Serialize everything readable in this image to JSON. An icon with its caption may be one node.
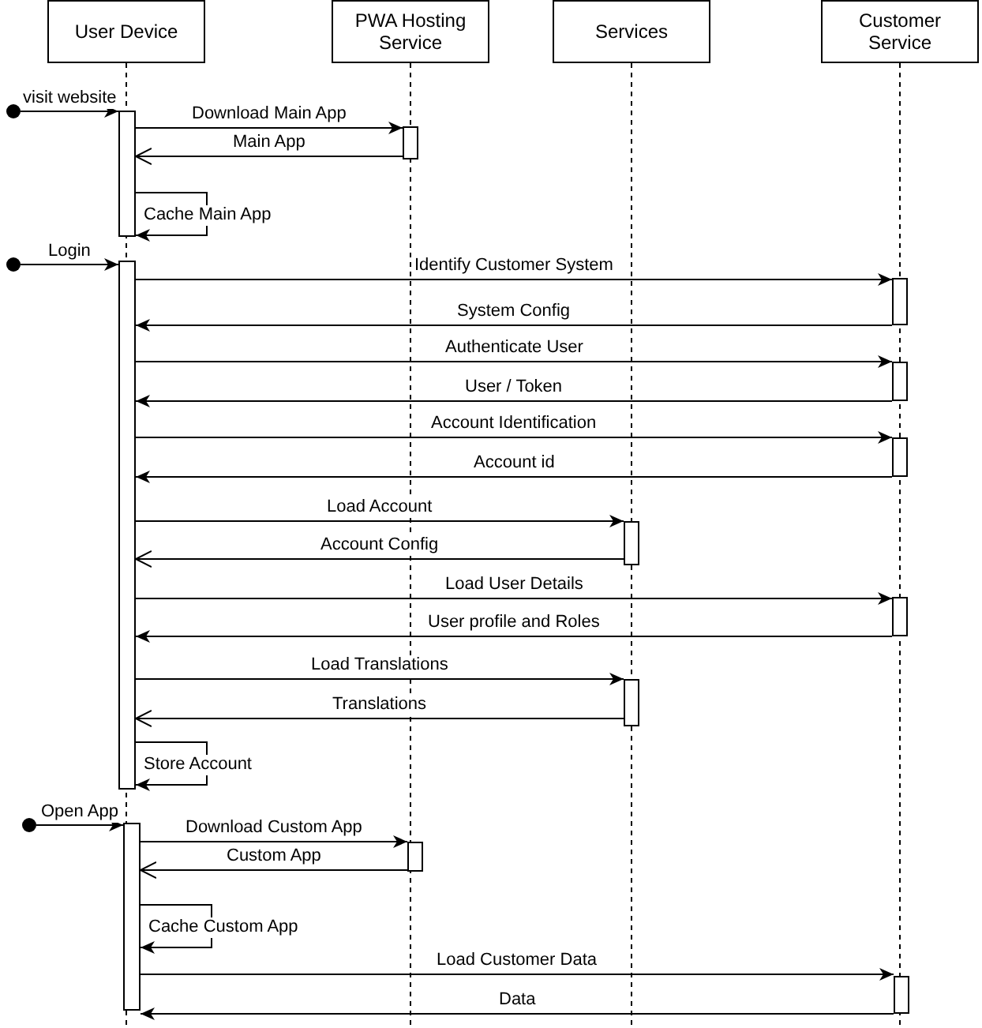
{
  "diagram": {
    "nodes": [
      {
        "text": [
          "User Device"
        ]
      },
      {
        "text": [
          "PWA Hosting Service"
        ]
      },
      {
        "text": [
          "Services"
        ]
      },
      {
        "text": [
          "Customer Service"
        ]
      },
      {
        "text": [],
        "shape": "bar"
      },
      {
        "text": [],
        "shape": "bar"
      },
      {
        "text": [],
        "shape": "bar"
      },
      {
        "text": [],
        "shape": "bar"
      },
      {
        "text": [],
        "shape": "bar"
      },
      {
        "text": [],
        "shape": "bar"
      },
      {
        "text": [],
        "shape": "bar"
      },
      {
        "text": [],
        "shape": "bar"
      },
      {
        "text": [],
        "shape": "bar"
      },
      {
        "text": [],
        "shape": "bar"
      },
      {
        "text": [],
        "shape": "bar"
      },
      {
        "text": [],
        "shape": "bar"
      },
      {
        "text": [],
        "shape": "circle"
      },
      {
        "text": [],
        "shape": "circle"
      },
      {
        "text": [],
        "shape": "circle"
      }
    ],
    "edges": [
      {
        "from": 16,
        "to": 4,
        "arrow": "to",
        "label": "visit website"
      },
      {
        "from": 4,
        "to": 5,
        "arrow": "to",
        "label": "Download Main App"
      },
      {
        "from": 5,
        "to": 4,
        "arrow": "to",
        "label": "Main App"
      },
      {
        "from": 4,
        "to": 4,
        "arrow": "to",
        "label": "Cache Main App"
      },
      {
        "from": 17,
        "to": 6,
        "arrow": "to",
        "label": "Login"
      },
      {
        "from": 6,
        "to": 7,
        "arrow": "to",
        "label": "Identify Customer System"
      },
      {
        "from": 7,
        "to": 6,
        "arrow": "to",
        "label": "System Config"
      },
      {
        "from": 6,
        "to": 8,
        "arrow": "to",
        "label": "Authenticate User"
      },
      {
        "from": 8,
        "to": 6,
        "arrow": "to",
        "label": "User / Token"
      },
      {
        "from": 6,
        "to": 9,
        "arrow": "to",
        "label": "Account Identification"
      },
      {
        "from": 9,
        "to": 6,
        "arrow": "to",
        "label": "Account id"
      },
      {
        "from": 6,
        "to": 10,
        "arrow": "to",
        "label": "Load Account"
      },
      {
        "from": 10,
        "to": 6,
        "arrow": "to",
        "label": "Account Config"
      },
      {
        "from": 6,
        "to": 11,
        "arrow": "to",
        "label": "Load User Details"
      },
      {
        "from": 11,
        "to": 6,
        "arrow": "to",
        "label": "User profile and Roles"
      },
      {
        "from": 6,
        "to": 12,
        "arrow": "to",
        "label": "Load Translations"
      },
      {
        "from": 12,
        "to": 6,
        "arrow": "to",
        "label": "Translations"
      },
      {
        "from": 6,
        "to": 6,
        "arrow": "to",
        "label": "Store Account"
      },
      {
        "from": 18,
        "to": 13,
        "arrow": "to",
        "label": "Open App"
      },
      {
        "from": 13,
        "to": 14,
        "arrow": "to",
        "label": "Download Custom App"
      },
      {
        "from": 14,
        "to": 13,
        "arrow": "to",
        "label": "Custom App"
      },
      {
        "from": 13,
        "to": 13,
        "arrow": "to",
        "label": "Cache Custom App"
      },
      {
        "from": 13,
        "to": 15,
        "arrow": "to",
        "label": "Load Customer Data"
      },
      {
        "from": 15,
        "to": 13,
        "arrow": "to",
        "label": "Data"
      }
    ]
  }
}
